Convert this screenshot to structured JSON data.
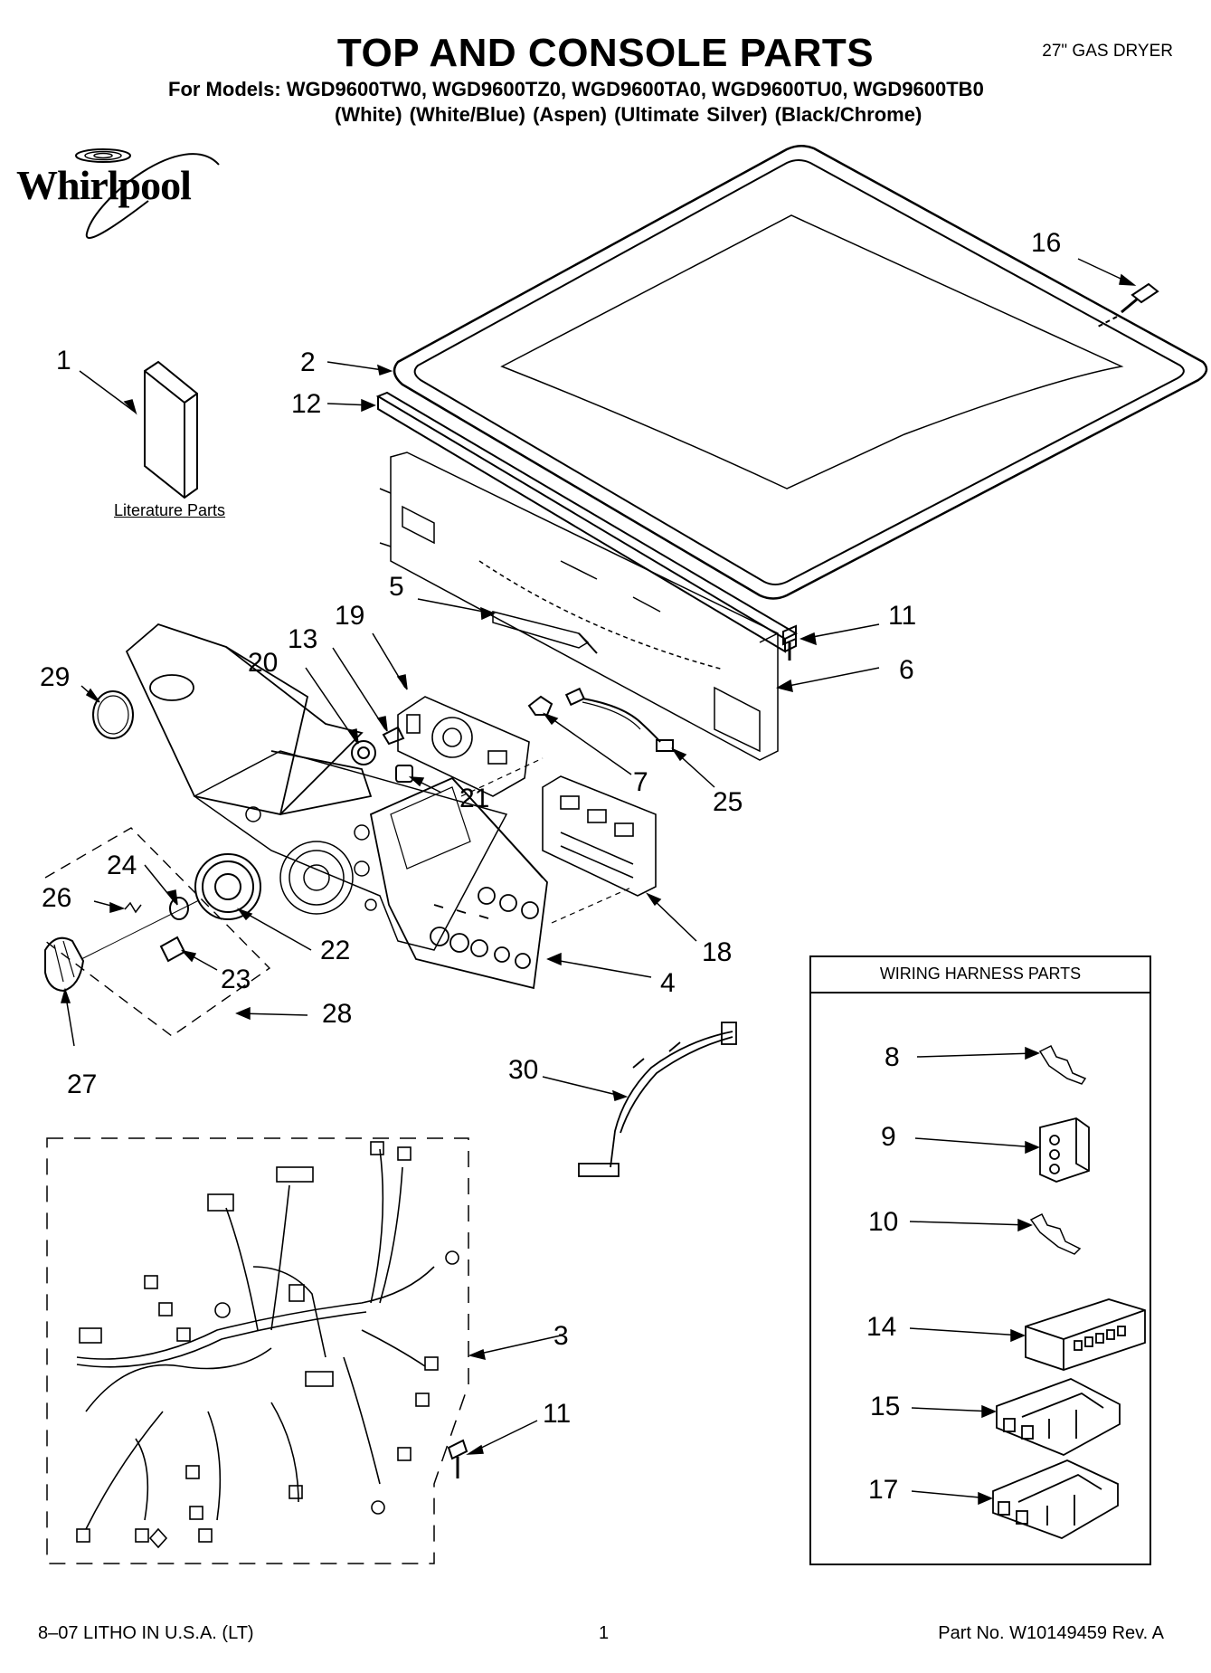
{
  "header": {
    "title": "TOP AND CONSOLE PARTS",
    "product": "27\" GAS DRYER",
    "models_line": "For Models: WGD9600TW0, WGD9600TZ0, WGD9600TA0, WGD9600TU0, WGD9600TB0",
    "colors_line": "(White)      (White/Blue)        (Aspen)     (Ultimate Silver) (Black/Chrome)"
  },
  "brand": {
    "logo_text": "Whirlpool",
    "logo_icon": "whirlpool-swirl-logo"
  },
  "labels": {
    "literature_parts": "Literature Parts",
    "wiring_harness_parts": "WIRING HARNESS PARTS"
  },
  "callouts": {
    "c1": "1",
    "c2": "2",
    "c3": "3",
    "c4": "4",
    "c5": "5",
    "c6": "6",
    "c7": "7",
    "c8": "8",
    "c9": "9",
    "c10": "10",
    "c11a": "11",
    "c11b": "11",
    "c12": "12",
    "c13": "13",
    "c14": "14",
    "c15": "15",
    "c16": "16",
    "c17": "17",
    "c18": "18",
    "c19": "19",
    "c20": "20",
    "c21": "21",
    "c22": "22",
    "c23": "23",
    "c24": "24",
    "c25": "25",
    "c26": "26",
    "c27": "27",
    "c28": "28",
    "c29": "29",
    "c30": "30"
  },
  "footer": {
    "left": "8–07 LITHO IN U.S.A. (LT)",
    "page": "1",
    "part_no": "Part No. W10149459 Rev. A"
  }
}
